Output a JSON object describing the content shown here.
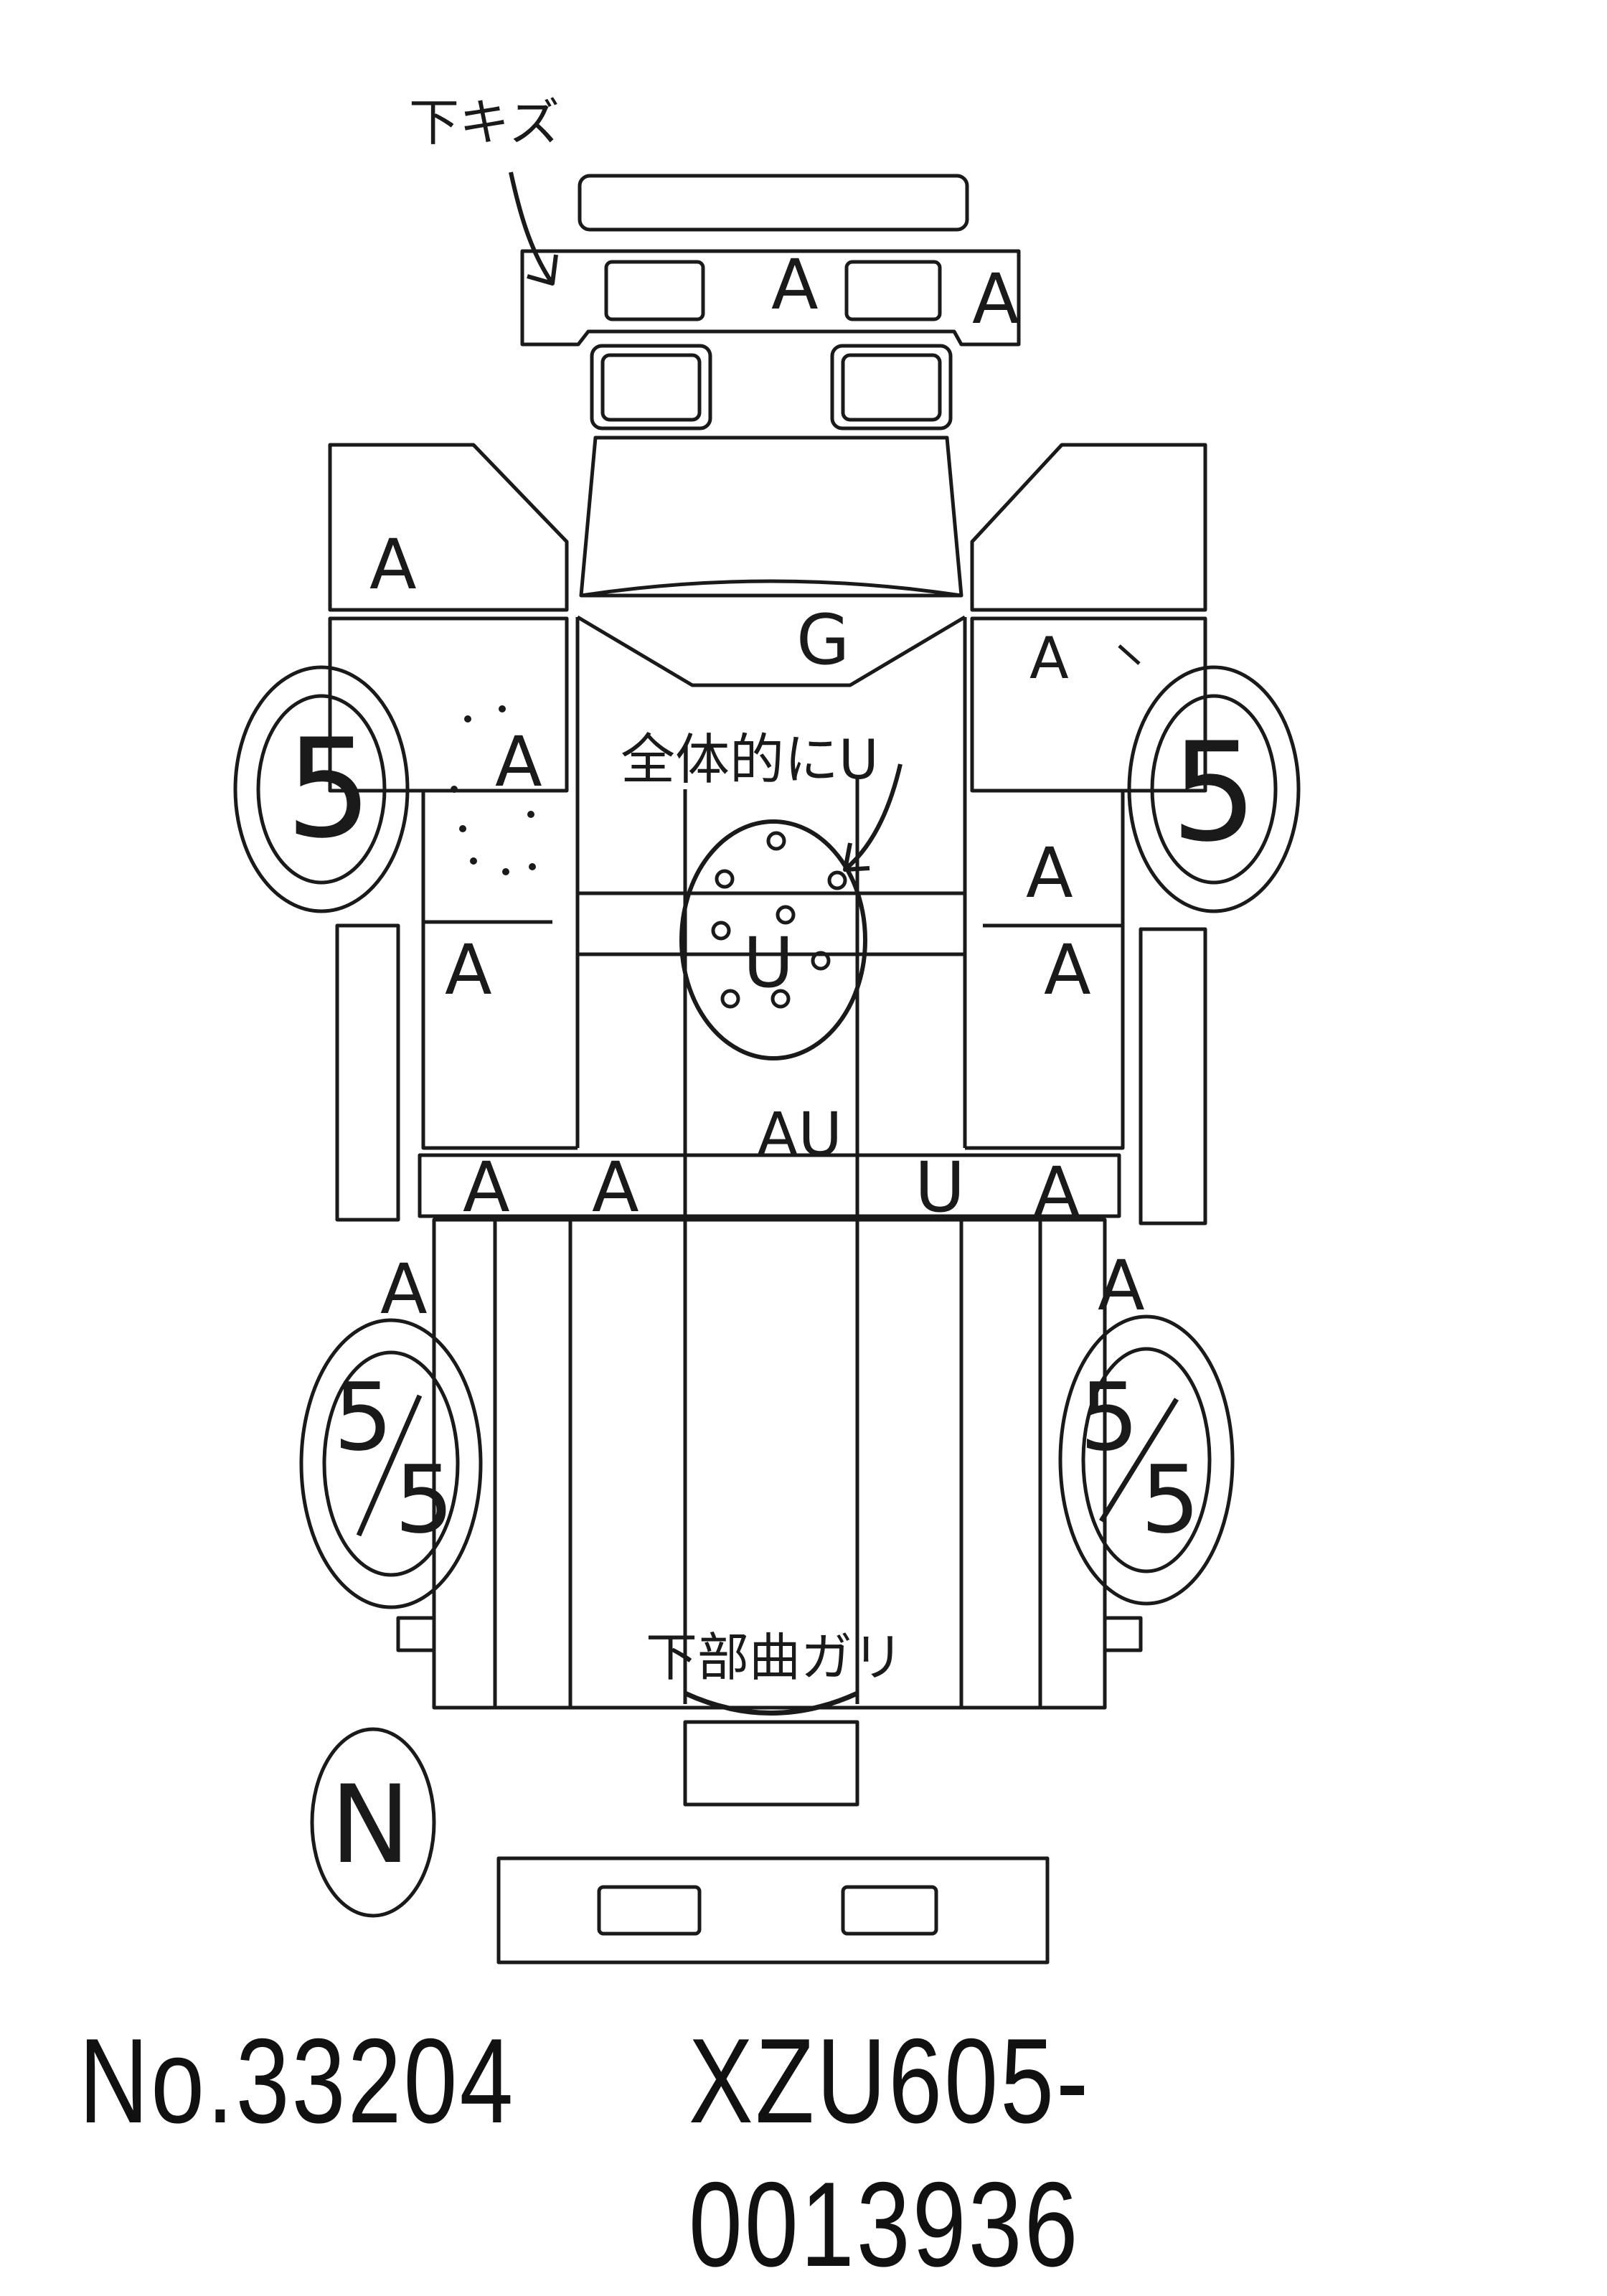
{
  "marks": {
    "front_bumper_note": "下キズ",
    "bumper_a_left": "A",
    "bumper_a_right": "A",
    "left_door_upper": "A",
    "hood_grade": "G",
    "right_door_upper": "A",
    "overall_note": "全体的にU",
    "left_panel_a": "A",
    "center_u": "U",
    "right_panel_upper": "A",
    "left_panel_lower": "A",
    "right_panel_lower": "A",
    "center_au": "AU",
    "sill_a_1": "A",
    "sill_a_2": "A",
    "sill_u": "U",
    "sill_a_3": "A",
    "rear_left_a": "A",
    "rear_right_a": "A",
    "rear_note": "下部曲ガリ"
  },
  "tires": {
    "front_left": "5",
    "front_right": "5",
    "rear_left_top": "5",
    "rear_left_bottom": "5",
    "rear_right_top": "5",
    "rear_right_bottom": "5",
    "spare": "N"
  },
  "footer": {
    "lot_number": "No.33204",
    "chassis_number": "XZU605-0013936"
  }
}
